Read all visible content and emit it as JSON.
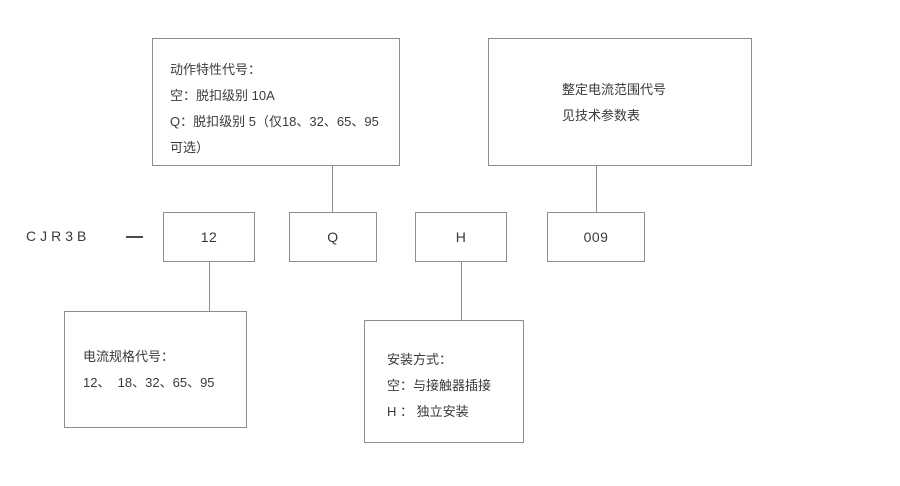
{
  "series": {
    "label": "CJR3B",
    "separator": "—"
  },
  "code_boxes": [
    {
      "name": "current-spec-code",
      "value": "12"
    },
    {
      "name": "action-characteristic-code",
      "value": "Q"
    },
    {
      "name": "mounting-code",
      "value": "H"
    },
    {
      "name": "current-range-code",
      "value": "009"
    }
  ],
  "callouts": {
    "action": {
      "lines": [
        "动作特性代号：",
        "空：脱扣级别 10A",
        "Q：脱扣级别 5（仅18、32、65、95",
        "可选）"
      ]
    },
    "current_range": {
      "lines": [
        "整定电流范围代号",
        "见技术参数表"
      ]
    },
    "spec": {
      "lines": [
        "电流规格代号：",
        "12、  18、32、65、95"
      ]
    },
    "mount": {
      "lines": [
        "安装方式：",
        "空：与接触器插接",
        "H ： 独立安装"
      ]
    }
  },
  "colors": {
    "border": "#8d8d8d",
    "text": "#3a3a3a",
    "background": "#ffffff"
  }
}
